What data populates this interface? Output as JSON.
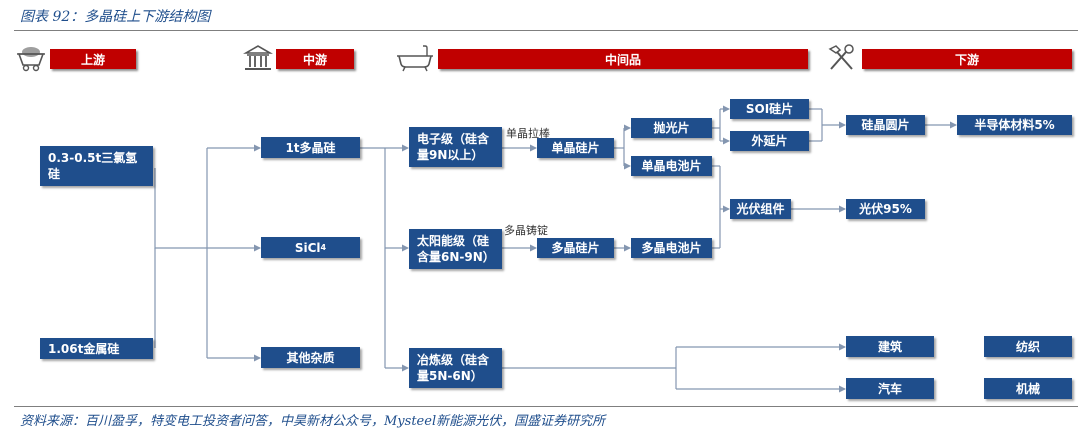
{
  "header": {
    "title": "图表 92：多晶硅上下游结构图"
  },
  "stages": [
    {
      "label": "上游",
      "icon": "mining-cart-icon"
    },
    {
      "label": "中游",
      "icon": "factory-building-icon"
    },
    {
      "label": "中间品",
      "icon": "bathtub-icon"
    },
    {
      "label": "下游",
      "icon": "hammer-wrench-icon"
    }
  ],
  "nodes": {
    "raw1": "0.3-0.5t三氯氢硅",
    "raw2": "1.06t金属硅",
    "poly": "1t多晶硅",
    "sicl4": "SiCl",
    "sicl4_sub": "4",
    "impurity": "其他杂质",
    "electronic": "电子级（硅含量9N以上）",
    "solar": "太阳能级（硅含量6N-9N）",
    "metallurgical": "冶炼级（硅含量5N-6N）",
    "mono_wafer": "单晶硅片",
    "poly_wafer": "多晶硅片",
    "polished": "抛光片",
    "mono_cell": "单晶电池片",
    "poly_cell": "多晶电池片",
    "soi": "SOI硅片",
    "epi": "外延片",
    "module": "光伏组件",
    "wafer_disc": "硅晶圆片",
    "semiconductor": "半导体材料5%",
    "pv": "光伏95%",
    "construction": "建筑",
    "textile": "纺织",
    "auto": "汽车",
    "machinery": "机械"
  },
  "process_labels": {
    "pulling": "单晶拉棒",
    "casting": "多晶铸锭"
  },
  "footer": {
    "source": "资料来源：百川盈孚，特变电工投资者问答，中昊新材公众号，Mysteel新能源光伏，国盛证券研究所"
  },
  "colors": {
    "node": "#1f4e8c",
    "stage": "#c00000",
    "line": "#8496b0",
    "text_accent": "#1f4e8c"
  }
}
